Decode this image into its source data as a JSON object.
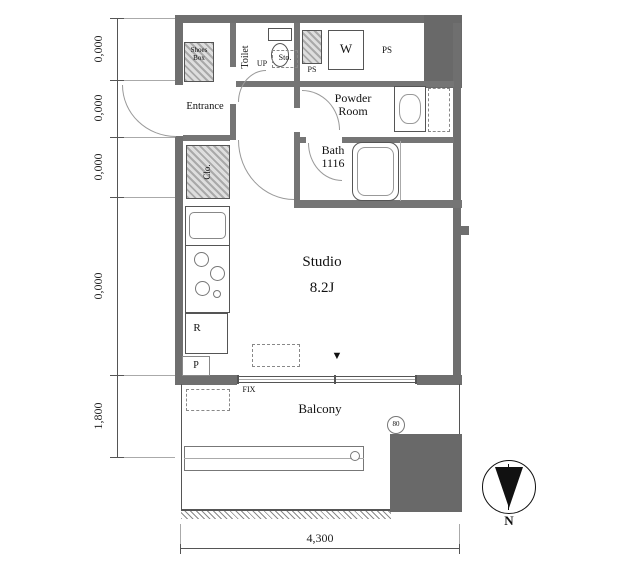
{
  "dimensions": {
    "left": [
      "0,000",
      "0,000",
      "0,000",
      "0,000",
      "1,800"
    ],
    "bottom": "4,300"
  },
  "rooms": {
    "shoes_box": "Shoes\nBox",
    "toilet": "Toilet",
    "entrance": "Entrance",
    "powder_room": "Powder\nRoom",
    "bath": "Bath\n1116",
    "closet": "Clo.",
    "studio_name": "Studio",
    "studio_size": "8.2J",
    "balcony": "Balcony"
  },
  "fixtures": {
    "up": "UP",
    "storage": "Sto.",
    "pipe_space_top": "PS",
    "washer": "W",
    "pipe_space_right": "PS",
    "refrigerator": "R",
    "p": "P",
    "fix_window": "FIX",
    "drain_diameter": "80",
    "entrance_marker": "▼"
  },
  "compass": {
    "north": "N"
  },
  "colors": {
    "wall": "#6f6f6f",
    "line": "#555555",
    "dim_text": "#222222"
  }
}
